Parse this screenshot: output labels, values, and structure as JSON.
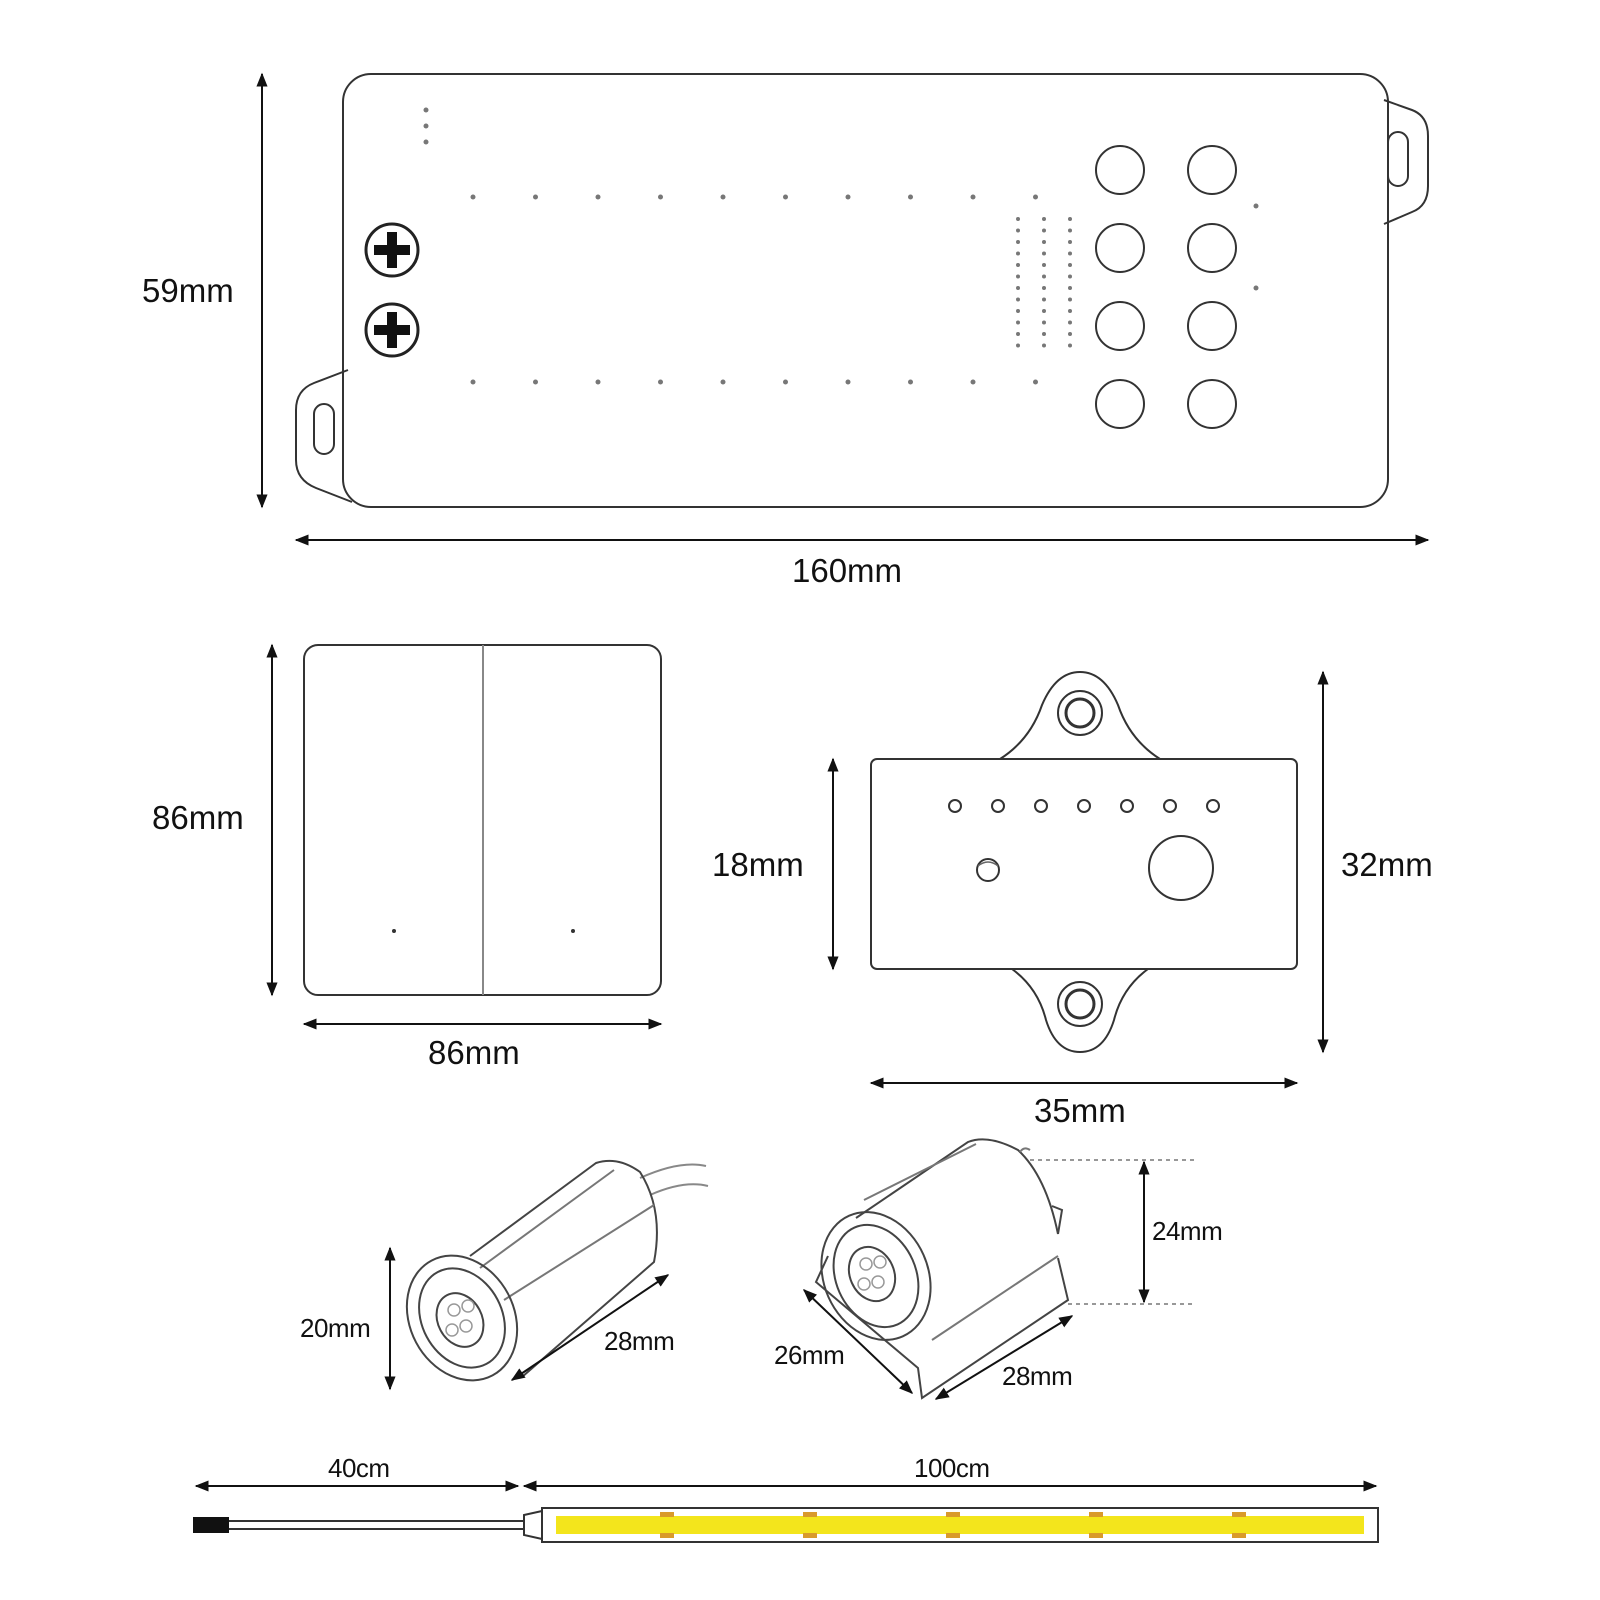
{
  "controller": {
    "height_label": "59mm",
    "width_label": "160mm"
  },
  "switch_panel": {
    "height_label": "86mm",
    "width_label": "86mm"
  },
  "receiver": {
    "inner_height_label": "18mm",
    "outer_height_label": "32mm",
    "width_label": "35mm"
  },
  "sensor_round": {
    "diameter_label": "20mm",
    "length_label": "28mm"
  },
  "sensor_base": {
    "height_label": "24mm",
    "depth_label": "26mm",
    "length_label": "28mm"
  },
  "strip": {
    "cable_label": "40cm",
    "strip_label": "100cm",
    "led_color": "#f3e51c",
    "pad_color": "#d99a2b"
  }
}
